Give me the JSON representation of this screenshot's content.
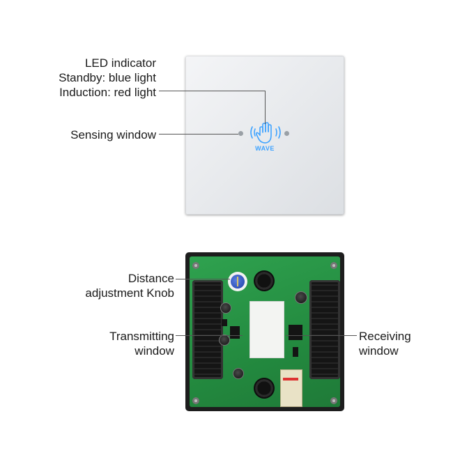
{
  "top_labels": {
    "led_indicator": "LED indicator",
    "standby": "Standby: blue light",
    "induction": "Induction: red light",
    "sensing_window": "Sensing window"
  },
  "panel": {
    "wave_text": "WAVE",
    "icon": "hand-wave-icon",
    "accent_color": "#3fa3ff"
  },
  "bottom_labels": {
    "distance_line1": "Distance",
    "distance_line2": "adjustment Knob",
    "transmitting_line1": "Transmitting",
    "transmitting_line2": "window",
    "receiving_line1": "Receiving",
    "receiving_line2": "window"
  }
}
